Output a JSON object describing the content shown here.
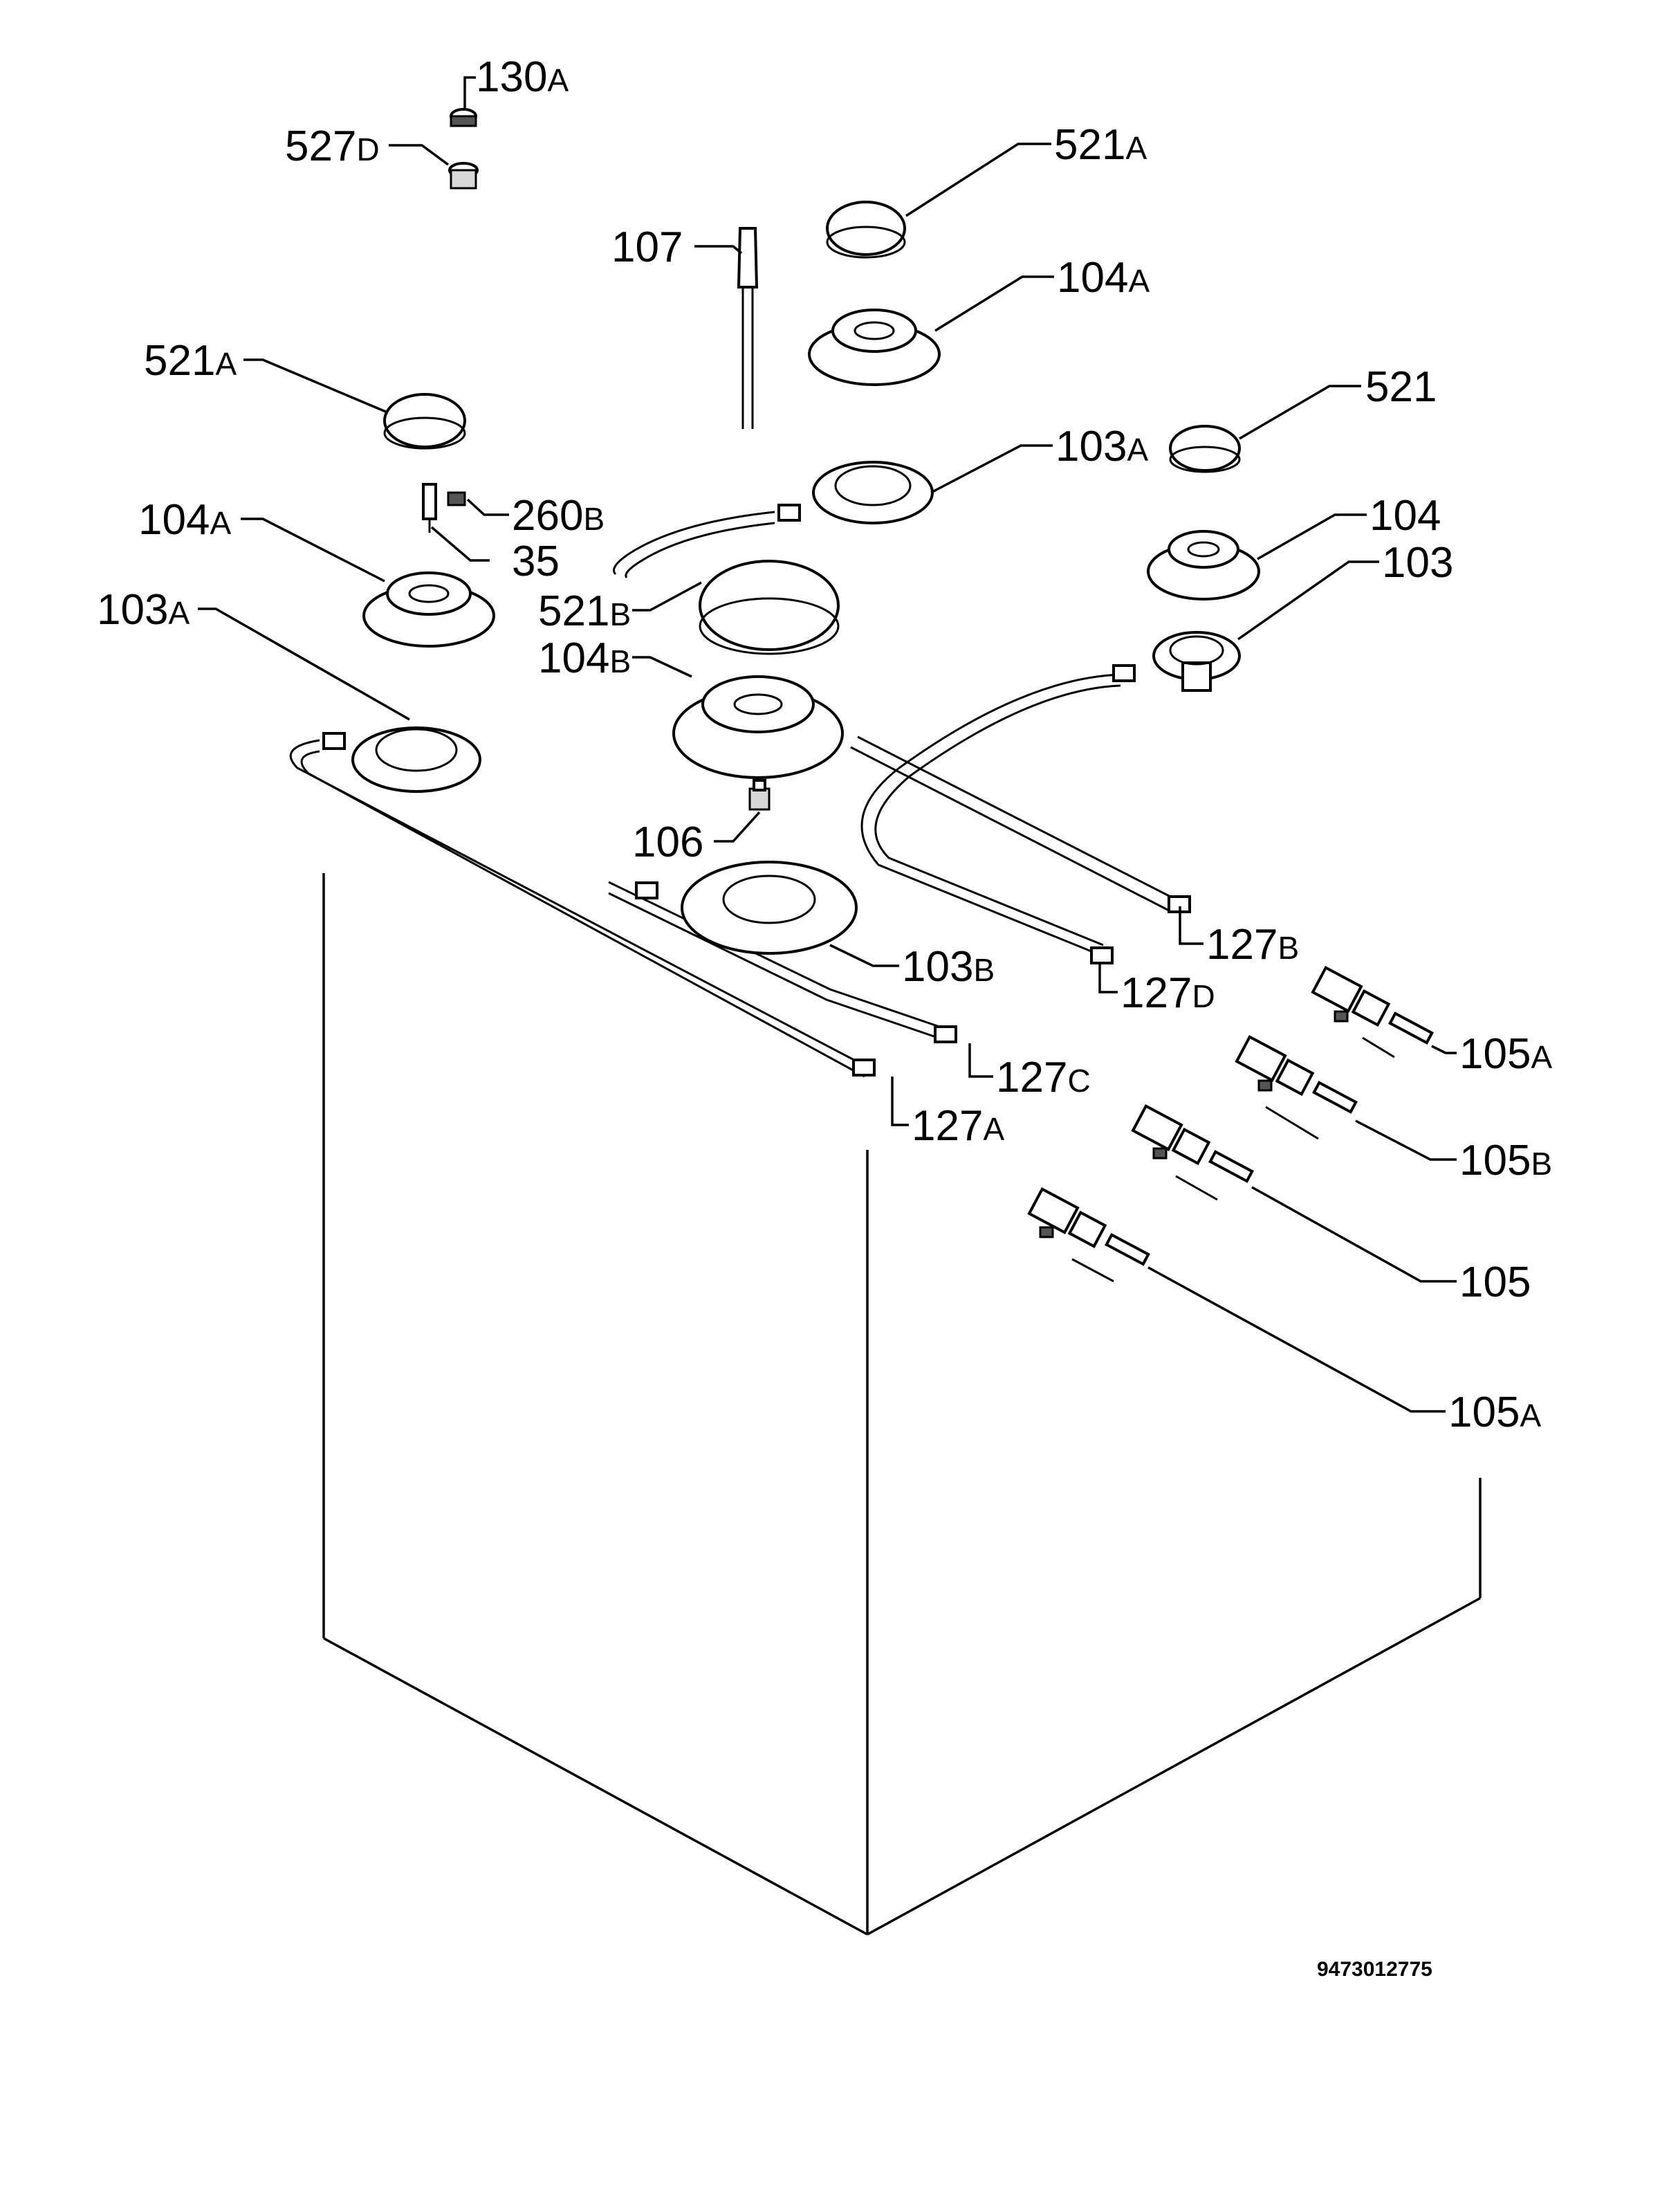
{
  "diagram": {
    "callouts": [
      {
        "num": "130",
        "suf": "A"
      },
      {
        "num": "527",
        "suf": "D"
      },
      {
        "num": "521",
        "suf": "A"
      },
      {
        "num": "107",
        "suf": ""
      },
      {
        "num": "104",
        "suf": "A"
      },
      {
        "num": "521",
        "suf": "A"
      },
      {
        "num": "521",
        "suf": ""
      },
      {
        "num": "103",
        "suf": "A"
      },
      {
        "num": "260",
        "suf": "B"
      },
      {
        "num": "104",
        "suf": "A"
      },
      {
        "num": "104",
        "suf": ""
      },
      {
        "num": "35",
        "suf": ""
      },
      {
        "num": "103",
        "suf": ""
      },
      {
        "num": "103",
        "suf": "A"
      },
      {
        "num": "521",
        "suf": "B"
      },
      {
        "num": "104",
        "suf": "B"
      },
      {
        "num": "106",
        "suf": ""
      },
      {
        "num": "127",
        "suf": "B"
      },
      {
        "num": "103",
        "suf": "B"
      },
      {
        "num": "127",
        "suf": "D"
      },
      {
        "num": "105",
        "suf": "A"
      },
      {
        "num": "127",
        "suf": "C"
      },
      {
        "num": "127",
        "suf": "A"
      },
      {
        "num": "105",
        "suf": "B"
      },
      {
        "num": "105",
        "suf": ""
      },
      {
        "num": "105",
        "suf": "A"
      }
    ],
    "reference_number": "9473012775"
  }
}
